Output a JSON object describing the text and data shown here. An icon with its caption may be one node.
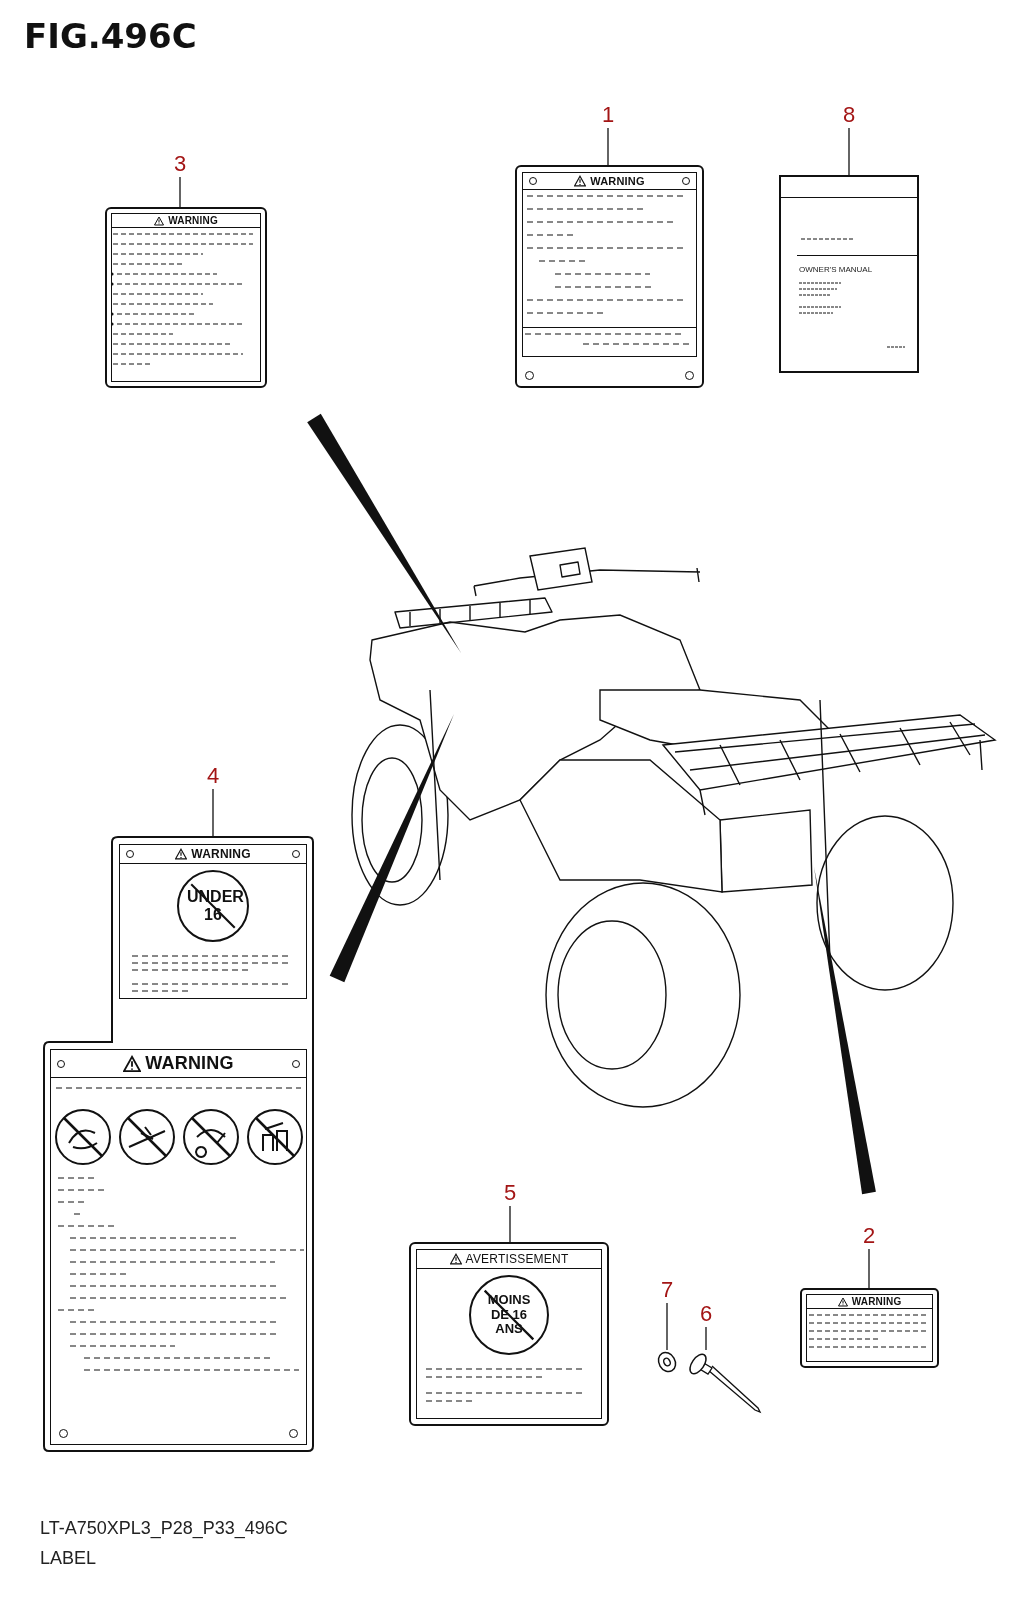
{
  "diagram": {
    "title": "FIG.496C",
    "nodes": [
      {
        "text": [
          "1"
        ]
      },
      {
        "text": [
          "WARNING"
        ]
      },
      {
        "text": [
          "8"
        ]
      },
      {
        "text": [
          "OWNER'S MANUAL"
        ]
      },
      {
        "text": [
          "3"
        ]
      },
      {
        "text": [
          "WARNING"
        ]
      },
      {
        "text": [
          "4"
        ]
      },
      {
        "text": [
          "WARNING",
          "UNDER 16",
          "WARNING"
        ]
      },
      {
        "text": [
          "5"
        ]
      },
      {
        "text": [
          "AVERTISSEMENT",
          "MOINS DE 16 ANS"
        ]
      },
      {
        "text": [
          "7"
        ]
      },
      {
        "text": [],
        "shape": "picture"
      },
      {
        "text": [
          "6"
        ]
      },
      {
        "text": [],
        "shape": "picture"
      },
      {
        "text": [
          "2"
        ]
      },
      {
        "text": [
          "WARNING"
        ]
      }
    ],
    "edges": [
      {
        "from": 0,
        "to": 1,
        "arrow": "none"
      },
      {
        "from": 2,
        "to": 3,
        "arrow": "none"
      },
      {
        "from": 4,
        "to": 5,
        "arrow": "none"
      },
      {
        "from": 6,
        "to": 7,
        "arrow": "none"
      },
      {
        "from": 8,
        "to": 9,
        "arrow": "none"
      },
      {
        "from": 10,
        "to": 11,
        "arrow": "none"
      },
      {
        "from": 12,
        "to": 13,
        "arrow": "none"
      },
      {
        "from": 14,
        "to": 15,
        "arrow": "none"
      }
    ],
    "labels": [
      "LT-A750XPL3_P28_P33_496C",
      "LABEL"
    ]
  }
}
